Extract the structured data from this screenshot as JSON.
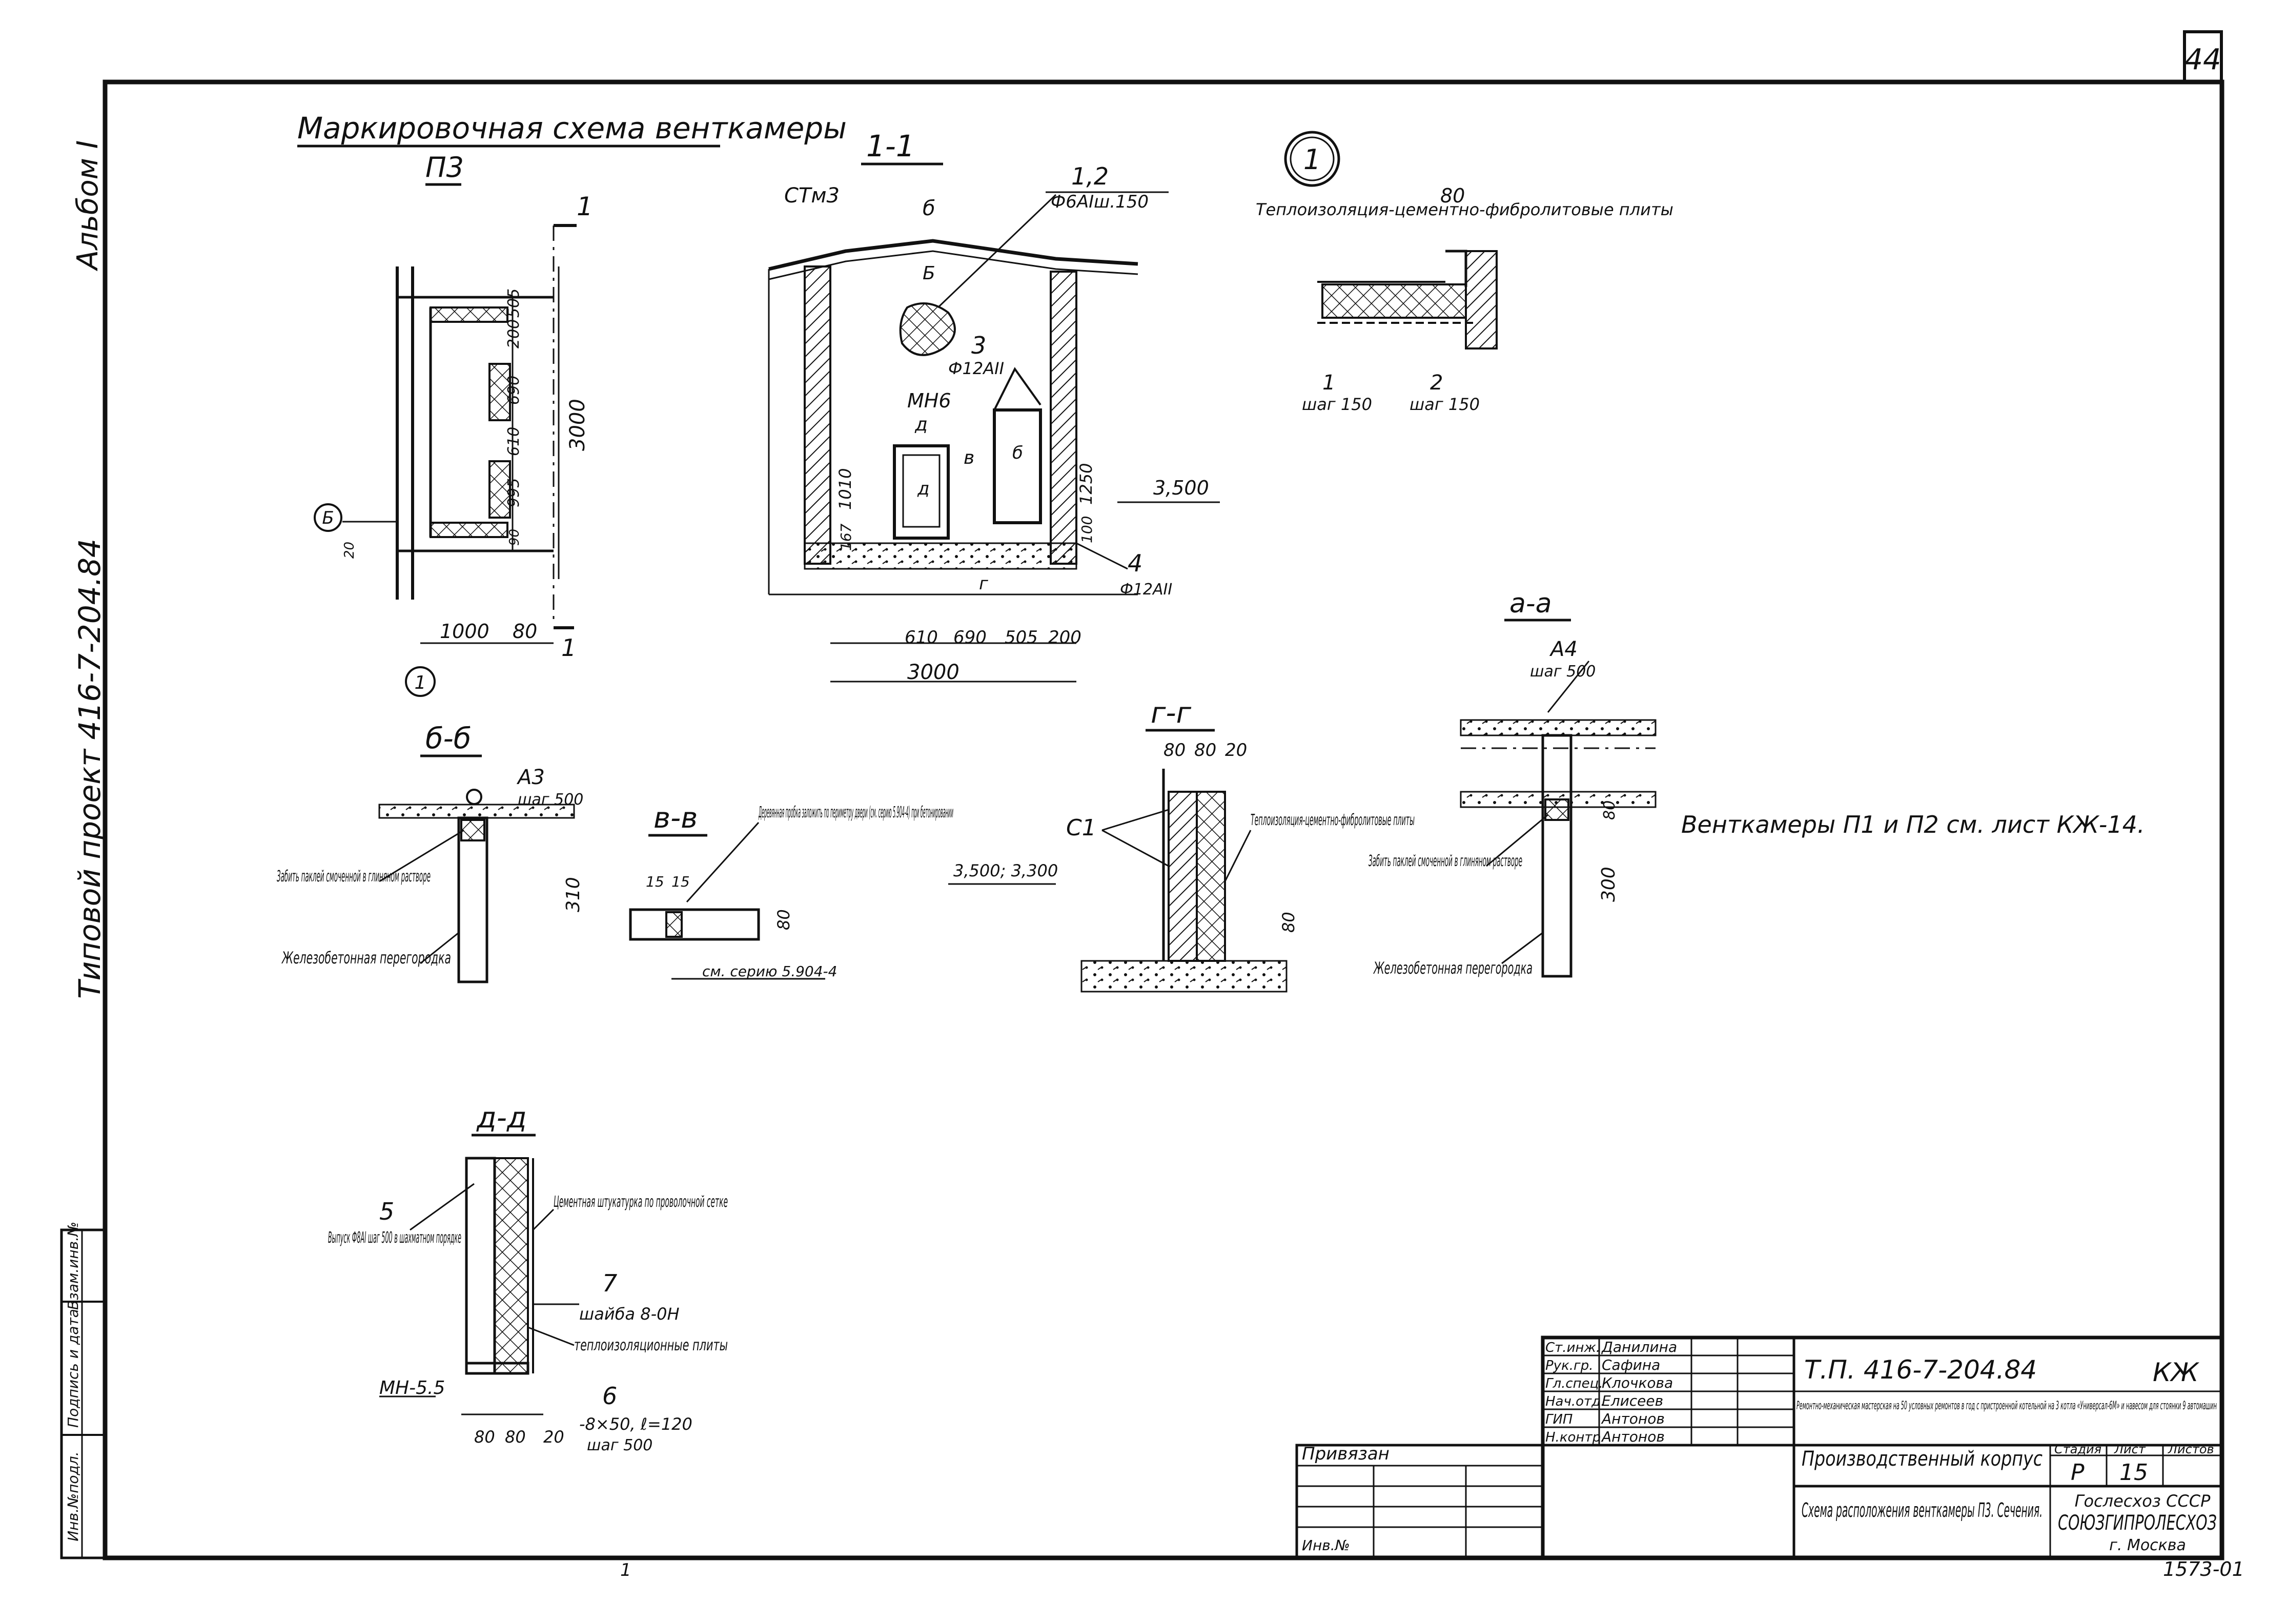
{
  "sheet": {
    "page_number": "44",
    "album_label": "Альбом I",
    "project_label": "Типовой проект 416-7-204.84",
    "inv_label": "Инв.№",
    "left_strip": [
      "Инв.№подл.",
      "Подпись и дата",
      "Взам.инв.№"
    ],
    "footer_code": "1573-01",
    "footer_mark": "1"
  },
  "plan": {
    "title": "Маркировочная схема венткамеры",
    "subtitle": "П3",
    "section_mark": "1",
    "marker_b": "Б",
    "marker_1": "1",
    "dims_vertical": [
      "505",
      "200",
      "690",
      "610",
      "995",
      "90",
      "3000"
    ],
    "dim_20": "20",
    "dims_bottom": [
      "1000",
      "80"
    ]
  },
  "section11": {
    "title": "1-1",
    "label_stm": "СТм3",
    "label_b": "б",
    "label_b2": "Б",
    "callout_1_2": "1,2",
    "callout_1_2_spec": "Ф6АIш.150",
    "callout_3": "3",
    "callout_3_spec": "Ф12АII",
    "label_mn": "МН6",
    "label_d": "д",
    "label_v": "в",
    "label_d2": "д",
    "label_b3": "б",
    "dims_vert": [
      "167",
      "1010",
      "1250",
      "100"
    ],
    "level": "3,500",
    "callout_4": "4",
    "callout_4_spec": "Ф12АII",
    "label_g": "г",
    "dims_bottom": [
      "610",
      "690",
      "505",
      "200"
    ],
    "dim_total": "3000"
  },
  "detail1": {
    "marker": "1",
    "note": "Теплоизоляция-цементно-фибролитовые плиты",
    "dim": "80",
    "label_1": "1",
    "label_1_step": "шаг 150",
    "label_2": "2",
    "label_2_step": "шаг 150"
  },
  "sectionBB": {
    "title": "б-б",
    "callout_a3": "А3",
    "callout_a3_step": "шаг 500",
    "note1": "Забить паклей смоченной в глиняном растворе",
    "note2": "Железобетонная перегородка",
    "dim": "310"
  },
  "sectionVV": {
    "title": "в-в",
    "note": "Деревянная пробка заложить по периметру двери (см. серию 5.904-4) при бетонировании",
    "dims": [
      "15",
      "15"
    ],
    "dim_right": "80",
    "ref": "см. серию 5.904-4"
  },
  "sectionGG": {
    "title": "г-г",
    "dims_top": [
      "80",
      "80",
      "20"
    ],
    "label_c1": "С1",
    "level": "3,500; 3,300",
    "note": "Теплоизоляция-цементно-фибролитовые плиты",
    "dim_right": "80"
  },
  "sectionAA": {
    "title": "а-а",
    "callout_a4": "А4",
    "callout_a4_step": "шаг 500",
    "dim_top": "80",
    "note1": "Забить паклей смоченной в глиняном растворе",
    "dim": "300",
    "note2": "Железобетонная перегородка"
  },
  "note_main": "Венткамеры П1 и П2 см. лист КЖ-14.",
  "sectionDD": {
    "title": "д-д",
    "callout_5": "5",
    "callout_5_note": "Выпуск Ф8АI шаг 500 в шахматном порядке",
    "note_plaster": "Цементная штукатурка по проволочной сетке",
    "callout_7": "7",
    "callout_7_spec": "шайба 8-0Н",
    "note_insul": "теплоизоляционные плиты",
    "label_mn": "МН-5.5",
    "callout_6": "6",
    "callout_6_spec": "-8×50, ℓ=120",
    "callout_6_step": "шаг 500",
    "dims_bottom": [
      "80",
      "80",
      "20"
    ]
  },
  "title_block": {
    "signatures": [
      {
        "role": "Ст.инж.",
        "name": "Данилина"
      },
      {
        "role": "Рук.гр.",
        "name": "Сафина"
      },
      {
        "role": "Гл.спец.",
        "name": "Клочкова"
      },
      {
        "role": "Нач.отд.",
        "name": "Елисеев"
      },
      {
        "role": "ГИП",
        "name": "Антонов"
      },
      {
        "role": "Н.контр.",
        "name": "Антонов"
      }
    ],
    "privyazan": "Привязан",
    "inv_no": "Инв.№",
    "doc_code": "Т.П. 416-7-204.84",
    "mark": "КЖ",
    "project_desc": "Ремонтно-механическая мастерская на 50 условных ремонтов в год с пристроенной котельной на 3 котла «Универсал-6М» и навесом для стоянки 9 автомашин",
    "building": "Производственный корпус",
    "stage_hdr": "Стадия",
    "sheet_hdr": "Лист",
    "sheets_hdr": "Листов",
    "stage": "Р",
    "sheet_no": "15",
    "drawing_title": "Схема расположения венткамеры П3. Сечения.",
    "org": [
      "Гослесхоз СССР",
      "СОЮЗГИПРОЛЕСХОЗ",
      "г. Москва"
    ]
  }
}
